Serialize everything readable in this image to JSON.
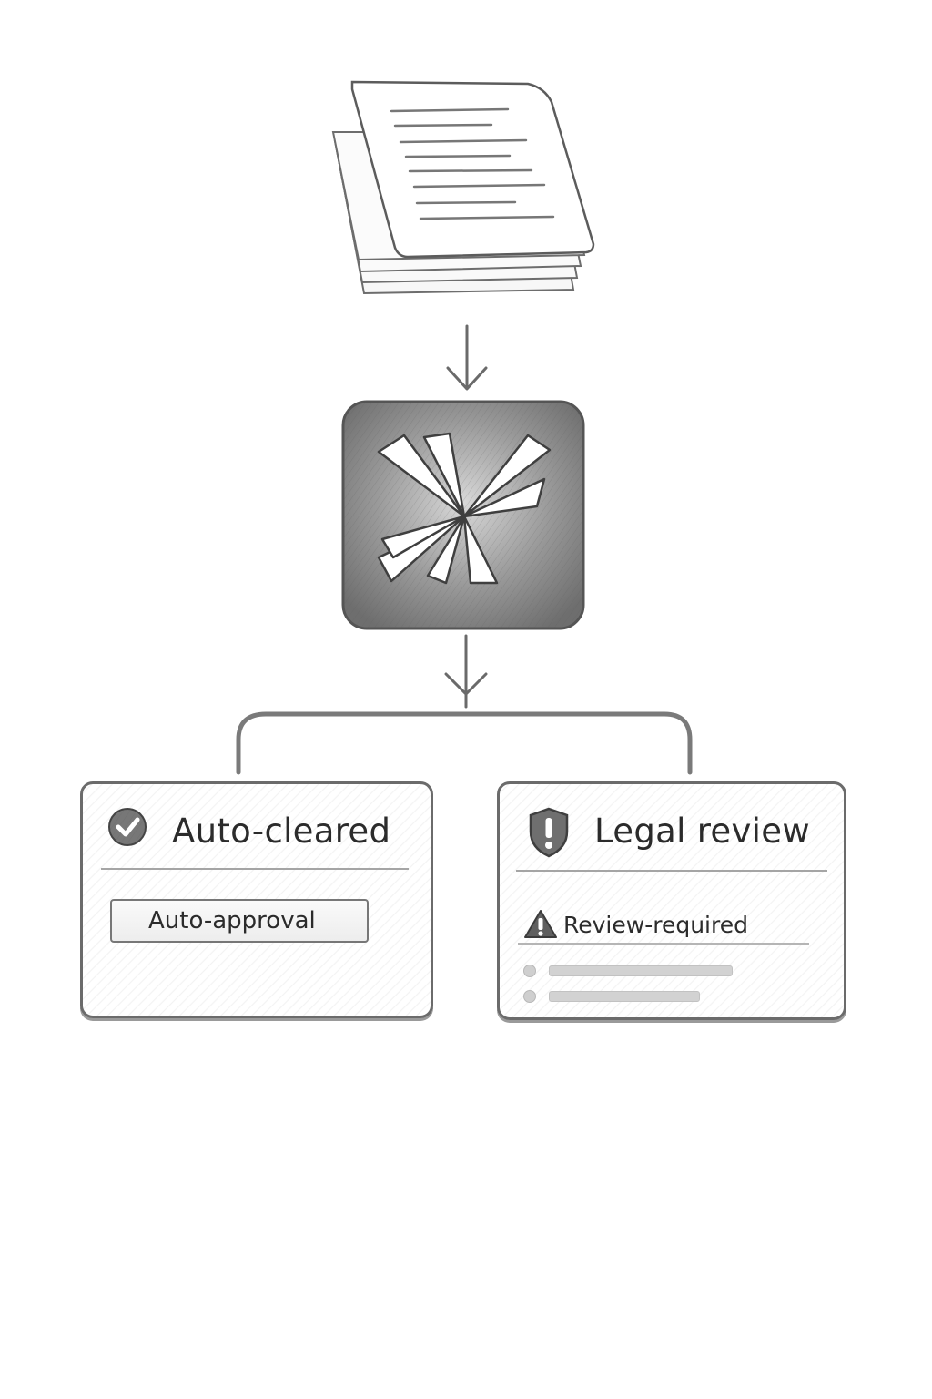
{
  "flow": {
    "source_icon": "document-stack-icon",
    "processor_icon": "pinwheel-router-icon",
    "connectors": [
      "arrow-down-icon",
      "arrow-down-icon",
      "branch-connector"
    ]
  },
  "outcomes": {
    "left": {
      "title": "Auto-cleared",
      "icon": "check-circle-icon",
      "chip_label": "Auto-approval"
    },
    "right": {
      "title": "Legal review",
      "icon": "shield-alert-icon",
      "status_icon": "warning-triangle-icon",
      "status_label": "Review-required",
      "placeholder_rows": 2
    }
  },
  "colors": {
    "stroke": "#6b6b6b",
    "text": "#2b2b2b",
    "processor_fill": "#8a8a8a",
    "paper": "#ffffff"
  }
}
